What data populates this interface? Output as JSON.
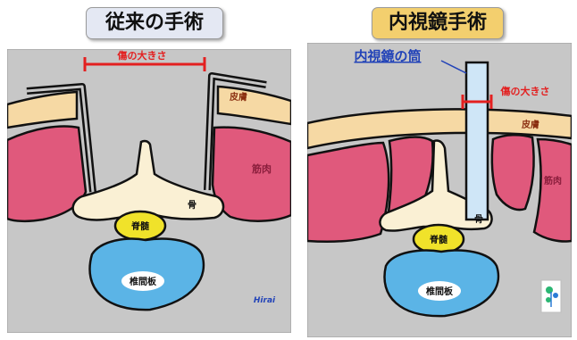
{
  "titles": {
    "left": "従来の手術",
    "right": "内視鏡手術"
  },
  "labels": {
    "wound_size": "傷の大きさ",
    "skin": "皮膚",
    "muscle": "筋肉",
    "bone": "骨",
    "spinal_cord": "脊髄",
    "disc": "椎間板",
    "endoscope_tube": "内視鏡の筒",
    "signature": "Hirai"
  },
  "colors": {
    "background": "#c7c7c7",
    "skin": "#f6d9a4",
    "muscle": "#e0597c",
    "bone": "#faf0d4",
    "spinal_cord": "#f0e22a",
    "disc": "#5bb4e6",
    "tube": "#cfe6f7",
    "annotation_red": "#e32020",
    "annotation_blue": "#2243b8"
  }
}
